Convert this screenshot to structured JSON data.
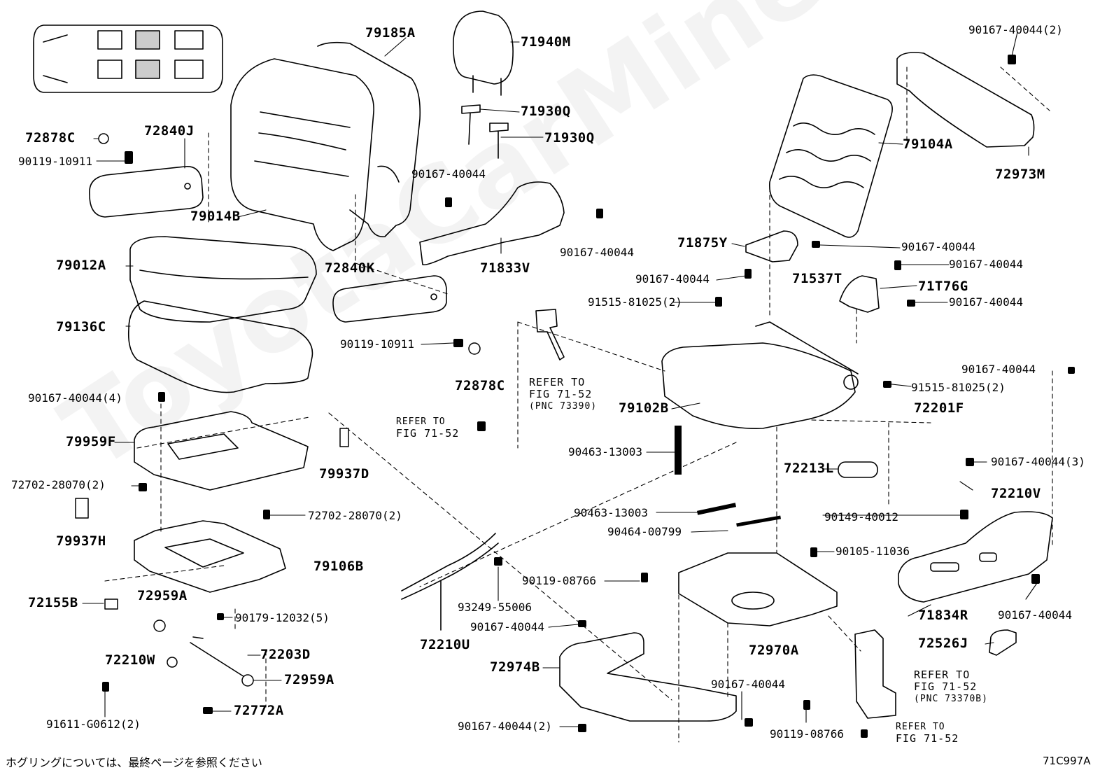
{
  "watermark": "ToyotaCarMine.ru",
  "footer_note": "ホグリングについては、最終ページを参照ください",
  "figure_code": "71C997A",
  "labels": {
    "p79185A": "79185A",
    "p71940M": "71940M",
    "p90167_40044_2_top": "90167-40044(2)",
    "p72878C_top": "72878C",
    "p72840J": "72840J",
    "p90119_10911_top": "90119-10911",
    "p71930Q_a": "71930Q",
    "p71930Q_b": "71930Q",
    "p79104A": "79104A",
    "p72973M": "72973M",
    "p79014B": "79014B",
    "p90167_40044_a": "90167-40044",
    "p90167_40044_b": "90167-40044",
    "p71833V": "71833V",
    "p79012A": "79012A",
    "p72840K": "72840K",
    "p71875Y": "71875Y",
    "p90167_40044_c": "90167-40044",
    "p90167_40044_d": "90167-40044",
    "p90167_40044_e": "90167-40044",
    "p71537T": "71537T",
    "p71T76G": "71T76G",
    "p91515_81025_2_a": "91515-81025(2)",
    "p90167_40044_f": "90167-40044",
    "p79136C": "79136C",
    "p90119_10911_mid": "90119-10911",
    "p72878C_mid": "72878C",
    "p90167_40044_g": "90167-40044",
    "p91515_81025_2_b": "91515-81025(2)",
    "p90167_40044_4": "90167-40044(4)",
    "p79102B": "79102B",
    "p72201F": "72201F",
    "p79959F": "79959F",
    "p90463_13003_a": "90463-13003",
    "p90167_40044_3": "90167-40044(3)",
    "p79937D": "79937D",
    "p72213L": "72213L",
    "p72702_28070_2_a": "72702-28070(2)",
    "p72210V": "72210V",
    "p79937H": "79937H",
    "p72702_28070_2_b": "72702-28070(2)",
    "p90463_13003_b": "90463-13003",
    "p90149_40012": "90149-40012",
    "p90464_00799": "90464-00799",
    "p90105_11036": "90105-11036",
    "p79106B": "79106B",
    "p90119_08766_a": "90119-08766",
    "p72155B": "72155B",
    "p72959A_a": "72959A",
    "p93249_55006": "93249-55006",
    "p90179_12032_5": "90179-12032(5)",
    "p71834R": "71834R",
    "p90167_40044_h": "90167-40044",
    "p90167_40044_i": "90167-40044",
    "p72526J": "72526J",
    "p72203D": "72203D",
    "p72210U": "72210U",
    "p72970A": "72970A",
    "p72210W": "72210W",
    "p72959A_b": "72959A",
    "p72974B": "72974B",
    "p90167_40044_j": "90167-40044",
    "p72772A": "72772A",
    "p91611_G0612_2": "91611-G0612(2)",
    "p90167_40044_2_bot": "90167-40044(2)",
    "p90119_08766_b": "90119-08766"
  },
  "refs": {
    "r1_l1": "REFER TO",
    "r1_l2": "FIG 71-52",
    "r1_l3": "(PNC 73390)",
    "r2_l1": "REFER TO",
    "r2_l2": "FIG 71-52",
    "r3_l1": "REFER TO",
    "r3_l2": "FIG 71-52",
    "r3_l3": "(PNC 73370B)",
    "r4_l1": "REFER TO",
    "r4_l2": "FIG 71-52"
  }
}
